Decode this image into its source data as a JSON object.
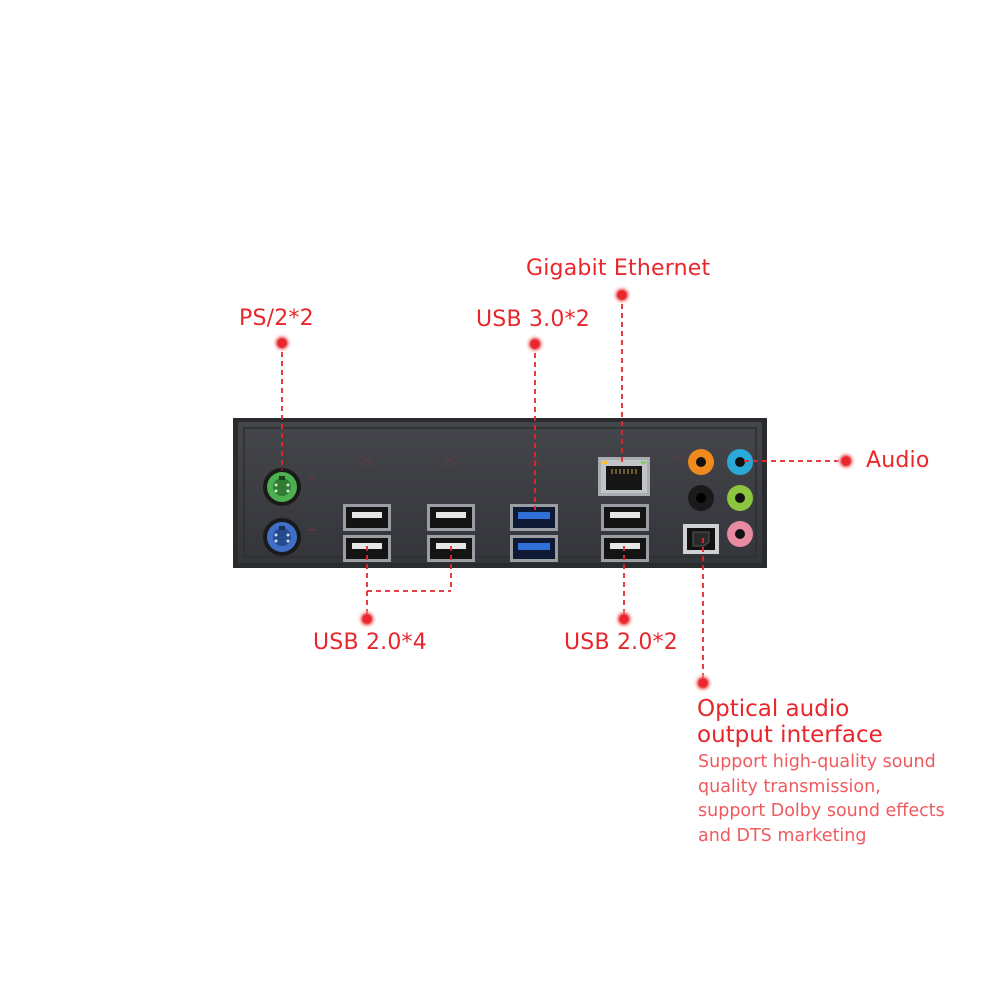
{
  "labels": {
    "ps2": "PS/2*2",
    "usb30": "USB 3.0*2",
    "gigabit": "Gigabit Ethernet",
    "audio": "Audio",
    "usb20_4": "USB 2.0*4",
    "usb20_2": "USB 2.0*2",
    "optical_title_1": "Optical audio",
    "optical_title_2": "output interface",
    "optical_desc": [
      "Support high-quality sound",
      "quality transmission,",
      "support Dolby sound effects",
      "and DTS marketing"
    ]
  },
  "colors": {
    "accent": "#e8262b",
    "panel": "#3a3b3f",
    "ps2_mouse": "#4caf50",
    "ps2_keyboard": "#3f6fc7",
    "usb3": "#2f6fd6",
    "audio_orange": "#f08a1c",
    "audio_blue": "#2aa9d8",
    "audio_green": "#8cc63f",
    "audio_pink": "#e88aa0",
    "audio_black": "#111111"
  },
  "icons": [
    "ps2-mouse-port-icon",
    "ps2-keyboard-port-icon",
    "usb-port-icon",
    "ethernet-port-icon",
    "optical-port-icon",
    "audio-jack-icon"
  ]
}
